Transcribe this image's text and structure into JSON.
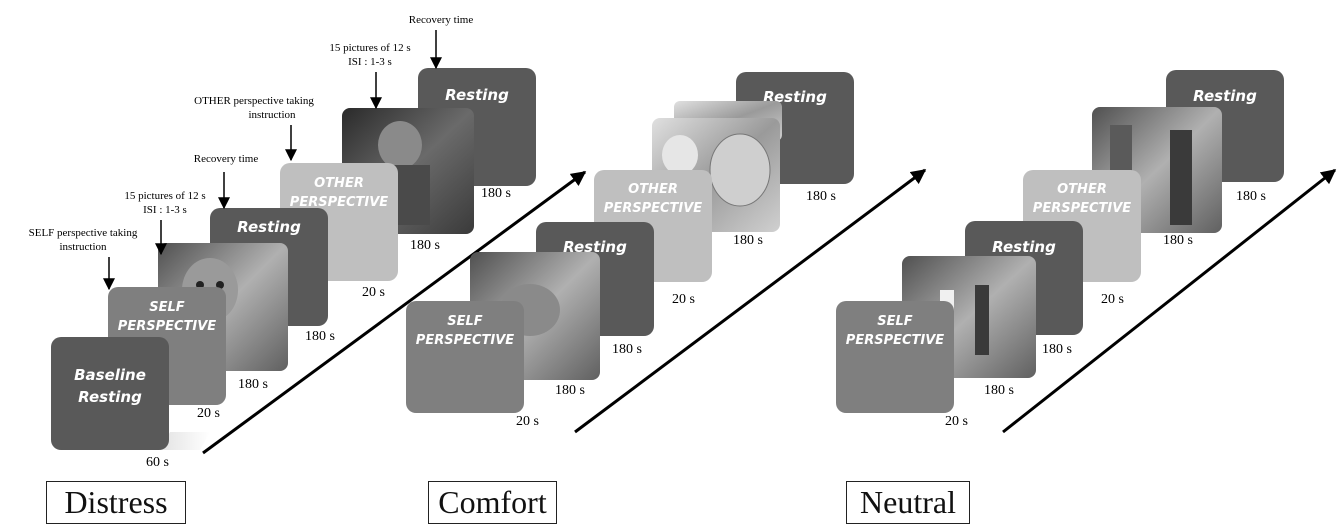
{
  "annotations": {
    "self_instruction_line1": "SELF perspective taking",
    "self_instruction_line2": "instruction",
    "pictures_line1": "15 pictures of 12 s",
    "pictures_line2": "ISI : 1-3 s",
    "recovery": "Recovery time",
    "other_instruction_line1": "OTHER perspective taking",
    "other_instruction_line2": "instruction",
    "pictures2_line1": "15 pictures of 12 s",
    "pictures2_line2": "ISI : 1-3 s",
    "recovery2": "Recovery time"
  },
  "cards": {
    "baseline_line1": "Baseline",
    "baseline_line2": "Resting",
    "self_line1": "SELF",
    "self_line2": "PERSPECTIVE",
    "other_line1": "OTHER",
    "other_line2": "PERSPECTIVE",
    "resting": "Resting"
  },
  "durations": {
    "baseline": "60 s",
    "instruction": "20 s",
    "pictures": "180 s",
    "resting": "180 s"
  },
  "blocks": {
    "distress": "Distress",
    "comfort": "Comfort",
    "neutral": "Neutral"
  },
  "colors": {
    "dark_card": "#595959",
    "mid_card": "#7f7f7f",
    "light_card": "#bfbfbf",
    "arrow": "#000000"
  }
}
